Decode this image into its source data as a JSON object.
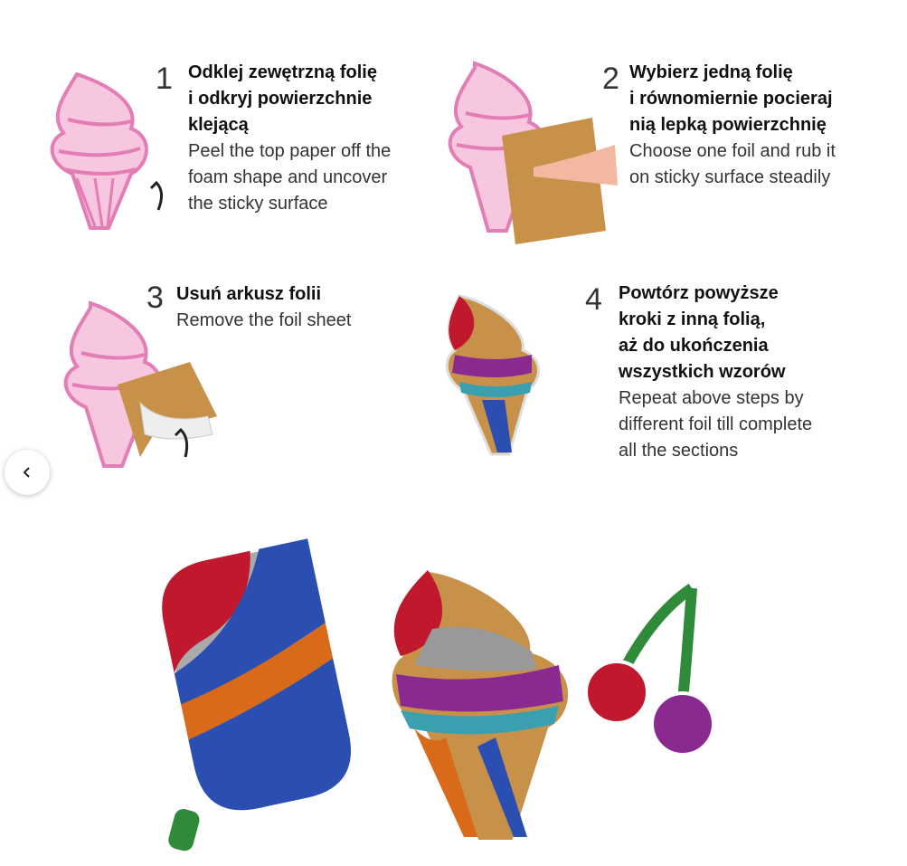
{
  "steps": [
    {
      "number": "1",
      "pl": [
        "Odklej zewętrzną folię",
        "i odkryj powierzchnie",
        "klejącą"
      ],
      "en": [
        "Peel the top paper off the",
        "foam shape and uncover",
        "the sticky surface"
      ]
    },
    {
      "number": "2",
      "pl": [
        "Wybierz jedną folię",
        "i równomiernie pocieraj",
        "nią lepką powierzchnię"
      ],
      "en": [
        "Choose one foil and rub it",
        "on sticky surface steadily"
      ]
    },
    {
      "number": "3",
      "pl": [
        "Usuń arkusz folii"
      ],
      "en": [
        "Remove the foil sheet"
      ]
    },
    {
      "number": "4",
      "pl": [
        "Powtórz powyższe",
        "kroki z inną folią,",
        "aż do ukończenia",
        "wszystkich wzorów"
      ],
      "en": [
        "Repeat above steps by",
        "different foil till complete",
        "all the sections"
      ]
    }
  ],
  "nav": {
    "back_icon": "chevron-left-icon"
  },
  "colors": {
    "pink": "#e88ac0",
    "gold": "#c8914a",
    "blue": "#2a4fb0",
    "red": "#c0182c",
    "green": "#2f8a3a"
  }
}
